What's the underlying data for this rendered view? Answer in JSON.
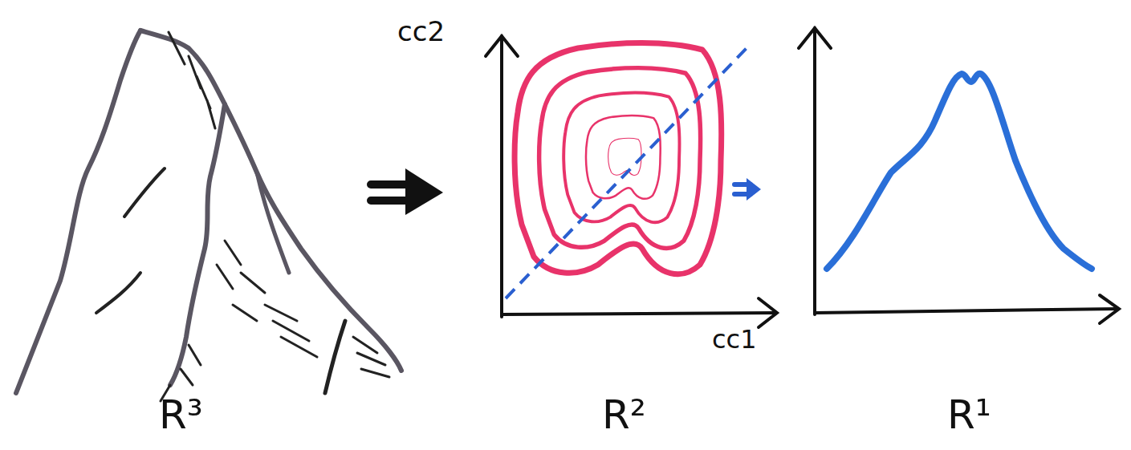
{
  "diagram": {
    "labels": [
      "cc2",
      "cc1",
      "R³",
      "R²",
      "R¹"
    ]
  }
}
